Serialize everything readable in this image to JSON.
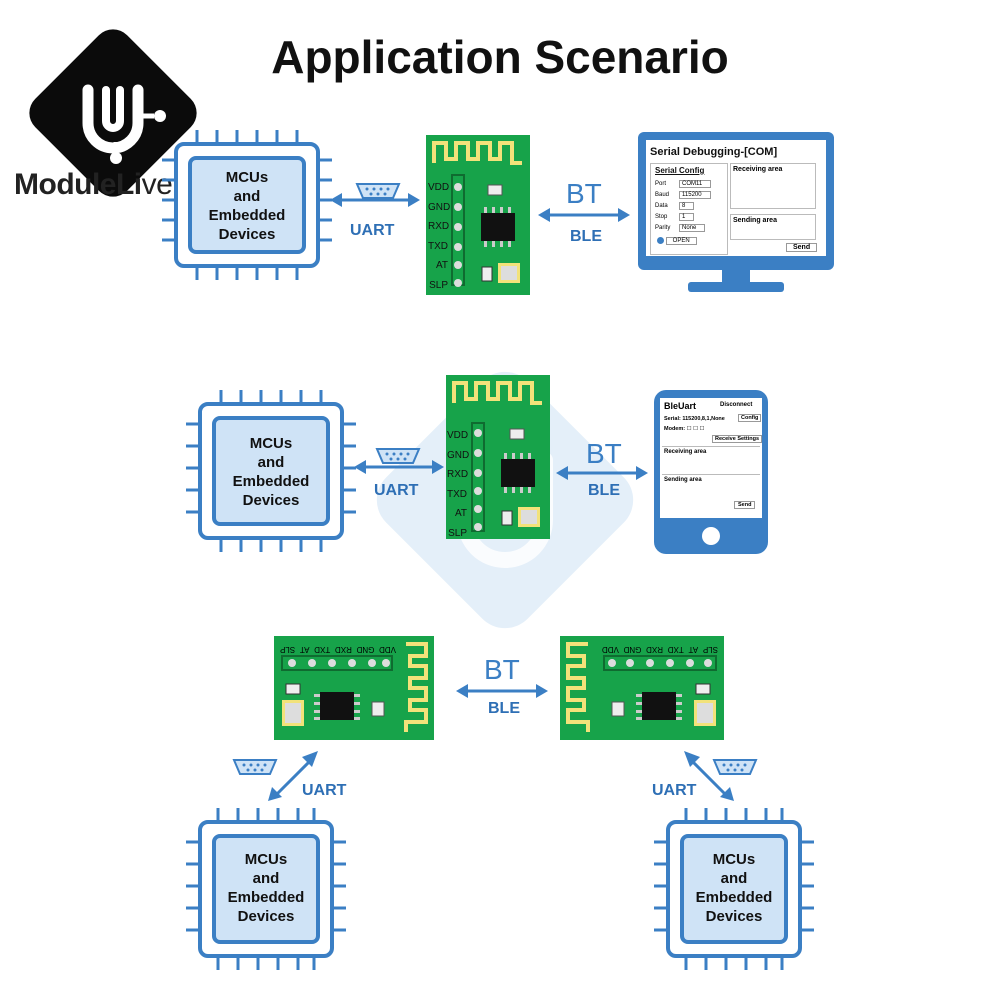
{
  "title": "Application Scenario",
  "brand": {
    "name_bold": "ModuleLi",
    "name_thin": "ve"
  },
  "mcu": {
    "line1": "MCUs",
    "line2": "and",
    "line3": "Embedded",
    "line4": "Devices"
  },
  "links": {
    "uart": "UART",
    "bt": "BT",
    "ble": "BLE"
  },
  "pins": [
    "VDD",
    "GND",
    "RXD",
    "TXD",
    "AT",
    "SLP"
  ],
  "pc_app": {
    "title": "Serial Debugging-[COM]",
    "config_title": "Serial Config",
    "fields": [
      {
        "label": "Port",
        "value": "COM11"
      },
      {
        "label": "Baud",
        "value": "115200"
      },
      {
        "label": "Data",
        "value": "8"
      },
      {
        "label": "Stop",
        "value": "1"
      },
      {
        "label": "Parity",
        "value": "None"
      }
    ],
    "open_button": "OPEN",
    "receiving_area": "Receiving area",
    "sending_area": "Sending area",
    "send_button": "Send"
  },
  "phone_app": {
    "title": "BleUart",
    "disconnect": "Disconnect",
    "serial": "Serial:  115200,8,1,None",
    "config": "Config",
    "modem": "Modem:",
    "receive_settings": "Receive Settings",
    "receiving_area": "Receiving area",
    "sending_area": "Sending area",
    "send_button": "Send"
  },
  "colors": {
    "blue": "#3b7fc4",
    "chip_fill": "#cfe3f6",
    "pcb_green": "#17a34a"
  }
}
